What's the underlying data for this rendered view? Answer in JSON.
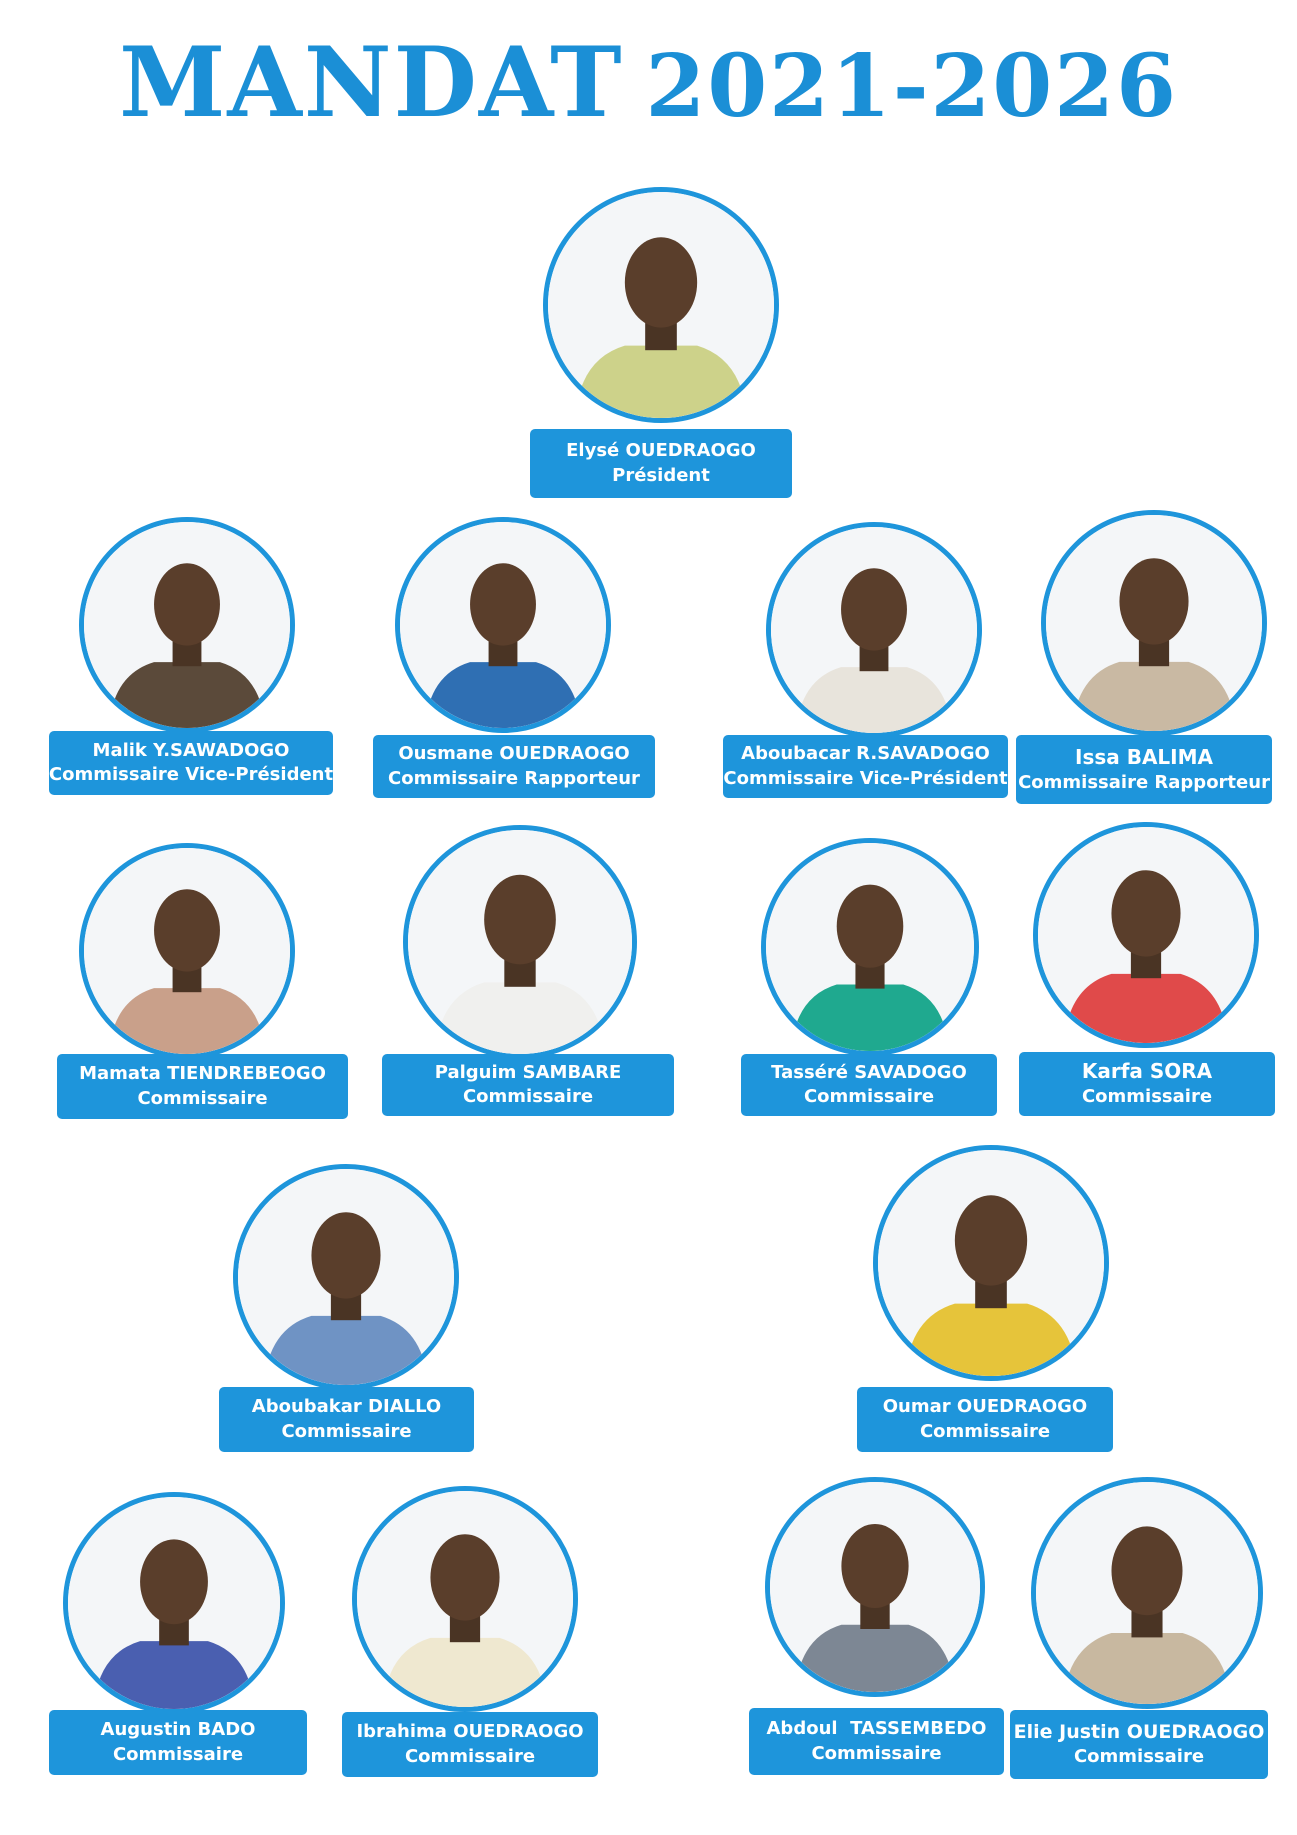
{
  "title": {
    "word": "MANDAT",
    "years": "2021-2026"
  },
  "accent_color": "#1e95db",
  "members": [
    {
      "id": "m1",
      "name": "Elysé OUEDRAOGO",
      "role": "Président"
    },
    {
      "id": "m2",
      "name": "Malik Y.SAWADOGO",
      "role": "Commissaire Vice-Président"
    },
    {
      "id": "m3",
      "name": "Ousmane OUEDRAOGO",
      "role": "Commissaire Rapporteur"
    },
    {
      "id": "m4",
      "name": "Aboubacar R.SAVADOGO",
      "role": "Commissaire Vice-Président"
    },
    {
      "id": "m5",
      "name": "Issa BALIMA",
      "role": "Commissaire Rapporteur"
    },
    {
      "id": "m6",
      "name": "Mamata TIENDREBEOGO",
      "role": "Commissaire"
    },
    {
      "id": "m7",
      "name": "Palguim SAMBARE",
      "role": "Commissaire"
    },
    {
      "id": "m8",
      "name": "Tasséré SAVADOGO",
      "role": "Commissaire"
    },
    {
      "id": "m9",
      "name": "Karfa SORA",
      "role": "Commissaire"
    },
    {
      "id": "m10",
      "name": "Aboubakar DIALLO",
      "role": "Commissaire"
    },
    {
      "id": "m11",
      "name": "Oumar OUEDRAOGO",
      "role": "Commissaire"
    },
    {
      "id": "m12",
      "name": "Augustin BADO",
      "role": "Commissaire"
    },
    {
      "id": "m13",
      "name": "Ibrahima OUEDRAOGO",
      "role": "Commissaire"
    },
    {
      "id": "m14",
      "name": "Abdoul  TASSEMBEDO",
      "role": "Commissaire"
    },
    {
      "id": "m15",
      "name": "Elie Justin OUEDRAOGO",
      "role": "Commissaire"
    }
  ]
}
